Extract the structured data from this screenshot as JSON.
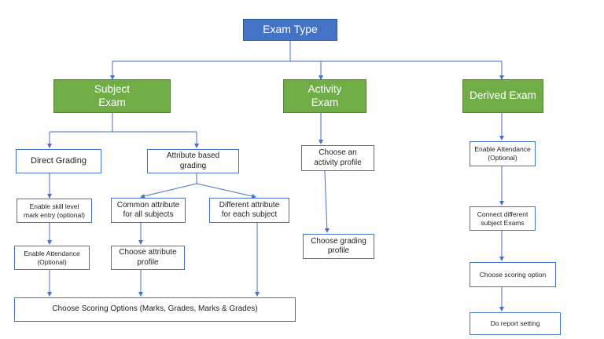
{
  "diagram": {
    "root": "Exam Type",
    "subject_exam": "Subject\nExam",
    "activity_exam": "Activity\nExam",
    "derived_exam": "Derived Exam",
    "direct_grading": "Direct Grading",
    "attribute_based_grading": "Attribute based\ngrading",
    "enable_skill_level": "Enable skill level\nmark entry (optional)",
    "enable_attendance_left": "Enable Attendance\n(Optional)",
    "common_attribute": "Common attribute\nfor all subjects",
    "different_attribute": "Different attribute\nfor each subject",
    "choose_attribute_profile": "Choose attribute\nprofile",
    "choose_scoring_options": "Choose Scoring Options (Marks, Grades, Marks & Grades)",
    "choose_activity_profile": "Choose an\nactivity profile",
    "choose_grading_profile": "Choose grading\nprofile",
    "enable_attendance_right": "Enable Attendance\n(Optional)",
    "connect_subject_exams": "Connect different\nsubject Exams",
    "choose_scoring_option": "Choose scoring option",
    "do_report_setting": "Do report setting"
  },
  "colors": {
    "root_fill": "#4472c4",
    "exam_fill": "#70ad47",
    "connector": "#4472c4",
    "box_border": "#4472c4"
  }
}
